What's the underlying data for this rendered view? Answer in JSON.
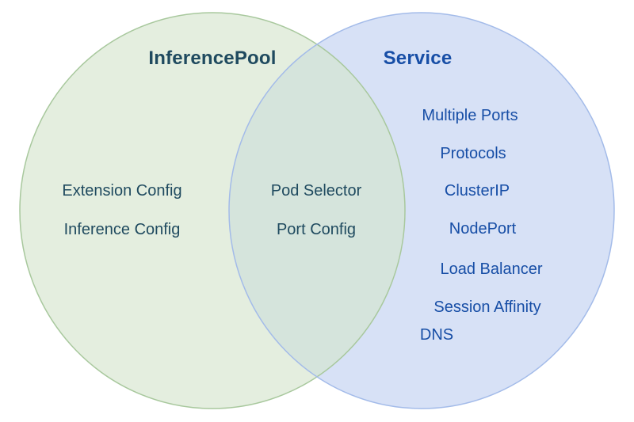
{
  "diagram": {
    "type": "venn",
    "background": "#ffffff",
    "left": {
      "title": "InferencePool",
      "items": [
        "Extension Config",
        "Inference Config"
      ],
      "fill": "#e4eedf",
      "stroke": "#a8c89d",
      "text_color": "#1f4a5f"
    },
    "overlap": {
      "items": [
        "Pod Selector",
        "Port Config"
      ],
      "fill": "#d5e4dc",
      "text_color": "#1f4a5f"
    },
    "right": {
      "title": "Service",
      "items": [
        "Multiple Ports",
        "Protocols",
        "ClusterIP",
        "NodePort",
        "Load Balancer",
        "Session Affinity",
        "DNS"
      ],
      "fill": "#d7e1f6",
      "stroke": "#a3bbe9",
      "text_color": "#174ea6"
    }
  }
}
